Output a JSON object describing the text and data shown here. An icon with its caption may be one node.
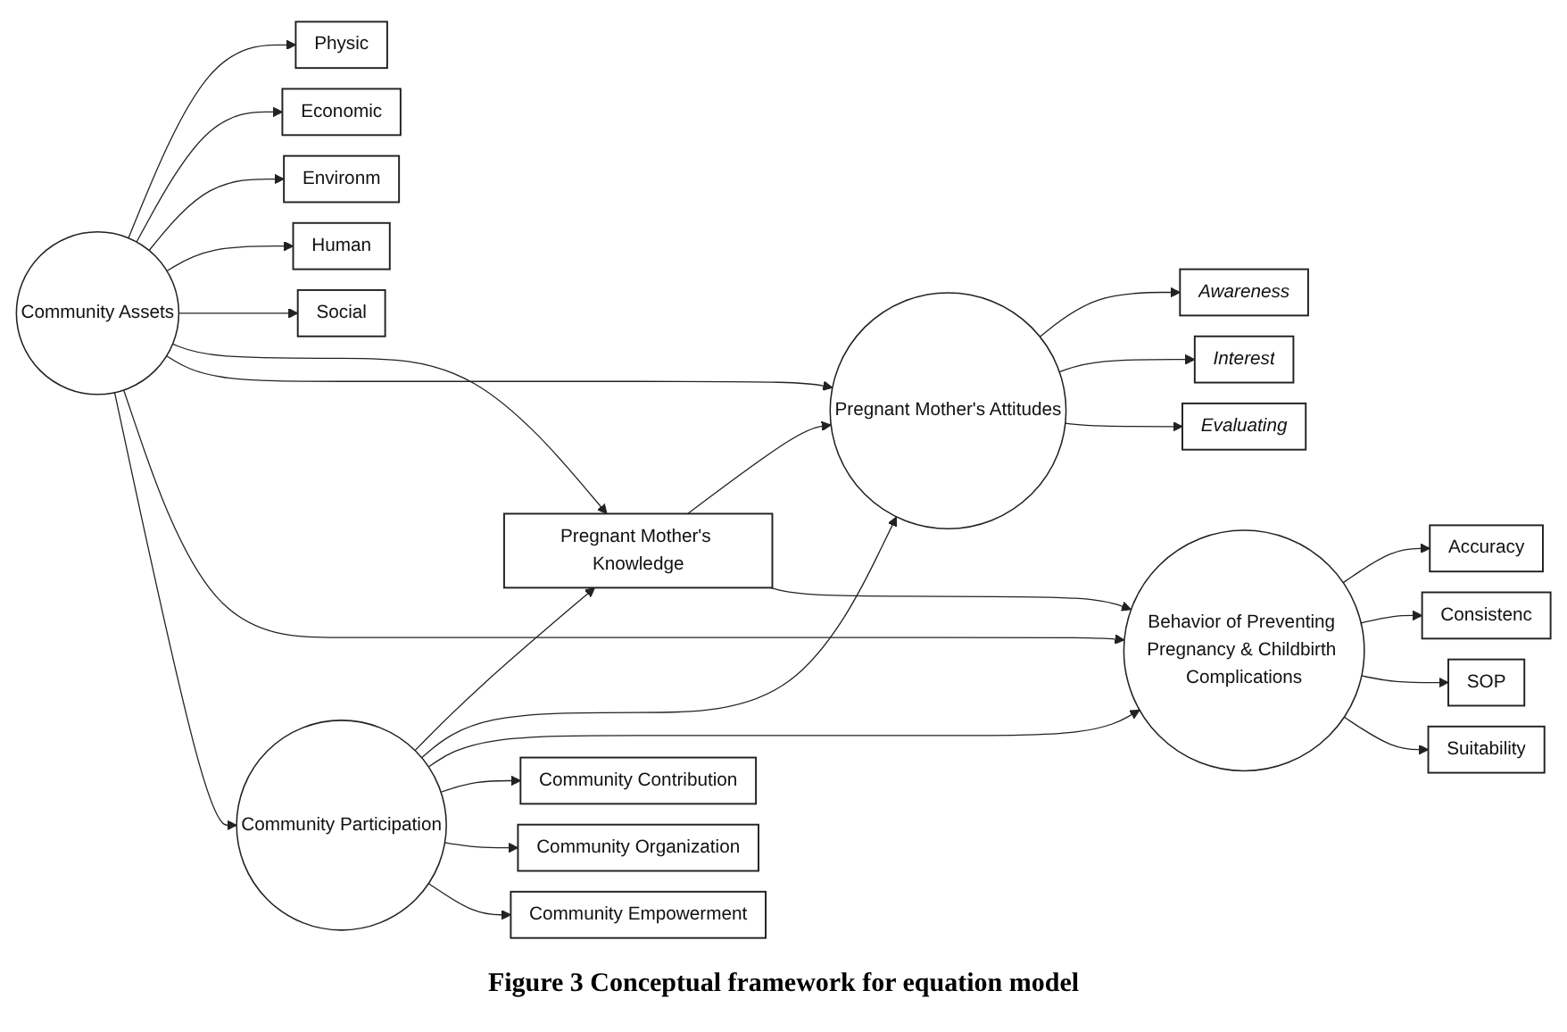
{
  "diagram": {
    "caption": "Figure 3 Conceptual framework for equation model",
    "nodes": [
      {
        "text": [
          "Physic"
        ]
      },
      {
        "text": [
          "Economic"
        ]
      },
      {
        "text": [
          "Environm"
        ]
      },
      {
        "text": [
          "Human"
        ]
      },
      {
        "text": [
          "Social"
        ]
      },
      {
        "text": [
          "Community Assets"
        ]
      },
      {
        "text": [
          "Awareness"
        ]
      },
      {
        "text": [
          "Interest"
        ]
      },
      {
        "text": [
          "Evaluating"
        ]
      },
      {
        "text": [
          "Accuracy"
        ]
      },
      {
        "text": [
          "Pregnant Mother's Knowledge"
        ]
      },
      {
        "text": [
          "Pregnant Mother's Attitudes"
        ]
      },
      {
        "text": [
          "Behavior of Preventing Pregnancy & Childbirth Complications"
        ]
      },
      {
        "text": [
          "Consistenc"
        ]
      },
      {
        "text": [
          "SOP"
        ]
      },
      {
        "text": [
          "Suitability"
        ]
      },
      {
        "text": [
          "Community Contribution"
        ]
      },
      {
        "text": [
          "Community Organization"
        ]
      },
      {
        "text": [
          "Community Participation"
        ]
      },
      {
        "text": [
          "Community Empowerment"
        ]
      }
    ],
    "edges": [
      {
        "from": 5,
        "to": 0,
        "arrow": "to"
      },
      {
        "from": 5,
        "to": 1,
        "arrow": "to"
      },
      {
        "from": 5,
        "to": 2,
        "arrow": "to"
      },
      {
        "from": 5,
        "to": 3,
        "arrow": "to"
      },
      {
        "from": 5,
        "to": 4,
        "arrow": "to"
      },
      {
        "from": 5,
        "to": 10,
        "arrow": "to"
      },
      {
        "from": 5,
        "to": 11,
        "arrow": "to"
      },
      {
        "from": 5,
        "to": 12,
        "arrow": "to"
      },
      {
        "from": 5,
        "to": 18,
        "arrow": "to"
      },
      {
        "from": 11,
        "to": 6,
        "arrow": "to"
      },
      {
        "from": 11,
        "to": 7,
        "arrow": "to"
      },
      {
        "from": 11,
        "to": 8,
        "arrow": "to"
      },
      {
        "from": 10,
        "to": 11,
        "arrow": "to"
      },
      {
        "from": 10,
        "to": 12,
        "arrow": "to"
      },
      {
        "from": 18,
        "to": 10,
        "arrow": "to"
      },
      {
        "from": 18,
        "to": 11,
        "arrow": "to"
      },
      {
        "from": 18,
        "to": 12,
        "arrow": "to"
      },
      {
        "from": 12,
        "to": 9,
        "arrow": "to"
      },
      {
        "from": 12,
        "to": 13,
        "arrow": "to"
      },
      {
        "from": 12,
        "to": 14,
        "arrow": "to"
      },
      {
        "from": 12,
        "to": 15,
        "arrow": "to"
      },
      {
        "from": 18,
        "to": 16,
        "arrow": "to"
      },
      {
        "from": 18,
        "to": 17,
        "arrow": "to"
      },
      {
        "from": 18,
        "to": 19,
        "arrow": "to"
      }
    ]
  }
}
